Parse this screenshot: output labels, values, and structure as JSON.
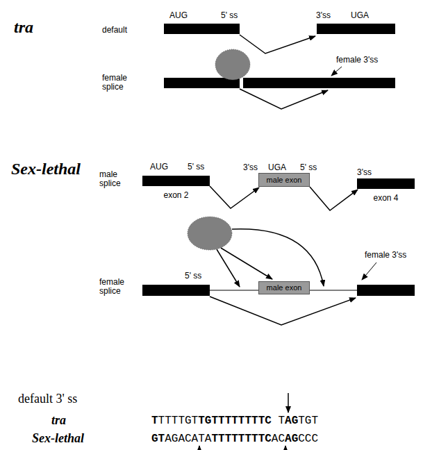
{
  "diagram": {
    "nodes": [
      {
        "text": [
          "exon 2"
        ]
      },
      {
        "text": [
          "male exon"
        ]
      },
      {
        "text": [
          "exon 4"
        ]
      },
      {
        "text": [
          "male exon"
        ]
      }
    ],
    "edges": [
      {
        "from": 0,
        "to": 1,
        "arrow": "to"
      },
      {
        "from": 1,
        "to": 2,
        "arrow": "to"
      }
    ],
    "labels": [
      "tra",
      "default",
      "AUG",
      "5' ss",
      "3'ss",
      "UGA",
      "female splice",
      "female 3'ss",
      "Sex-lethal",
      "male splice",
      "AUG",
      "5' ss",
      "3'ss",
      "UGA",
      "5' ss",
      "3'ss",
      "female splice",
      "5' ss",
      "female 3'ss",
      "default 3' ss",
      "tra",
      "Sex-lethal",
      "T",
      "TTTTGT",
      "TGTTTTTTTTC",
      "T",
      "AG",
      "TGT",
      "GT",
      "AGACATA",
      "TTTTTTTTC",
      "AC",
      "AG",
      "CCC"
    ]
  }
}
